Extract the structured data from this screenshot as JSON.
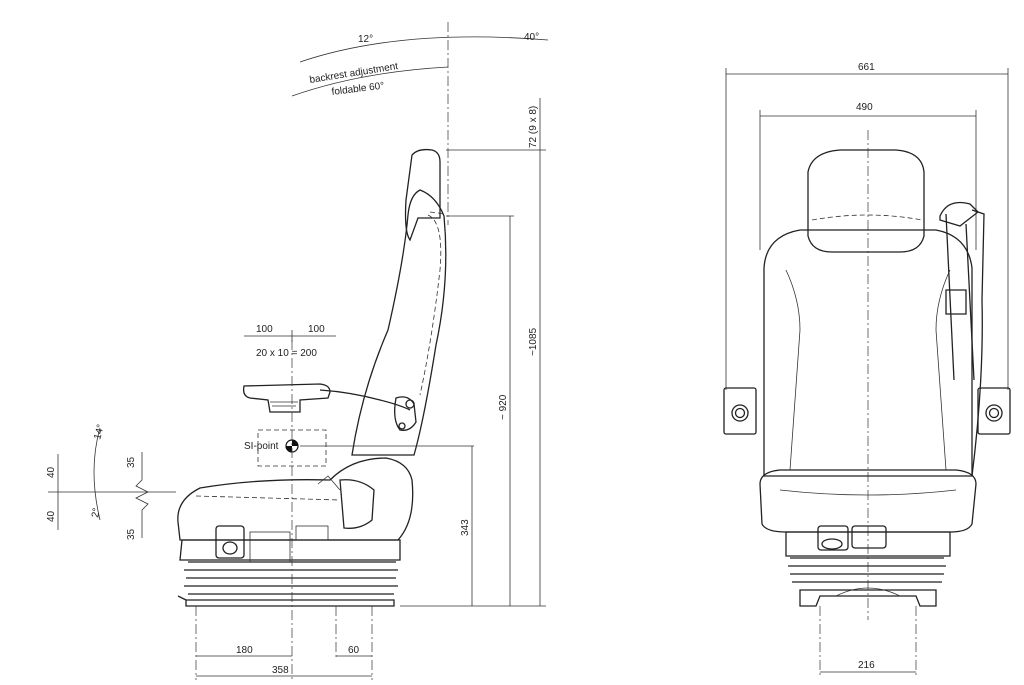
{
  "side_view": {
    "angles": {
      "back_min": "12°",
      "back_max": "40°",
      "tilt_up": "14°",
      "tilt_down": "2°"
    },
    "backrest_label_1": "backrest adjustment",
    "backrest_label_2": "foldable 60°",
    "headrest_adjust": "72 (9 x 8)",
    "total_height": "~1085",
    "back_height": "~ 920",
    "si_height": "343",
    "fore_aft_left": "100",
    "fore_aft_right": "100",
    "fore_aft_steps": "20  x  10 = 200",
    "si_point": "SI-point",
    "vert_up": "40",
    "vert_down": "40",
    "susp_up": "35",
    "susp_down": "35",
    "dim_180": "180",
    "dim_60": "60",
    "dim_358": "358"
  },
  "front_view": {
    "overall_width": "661",
    "seat_width": "490",
    "base_width": "216"
  }
}
